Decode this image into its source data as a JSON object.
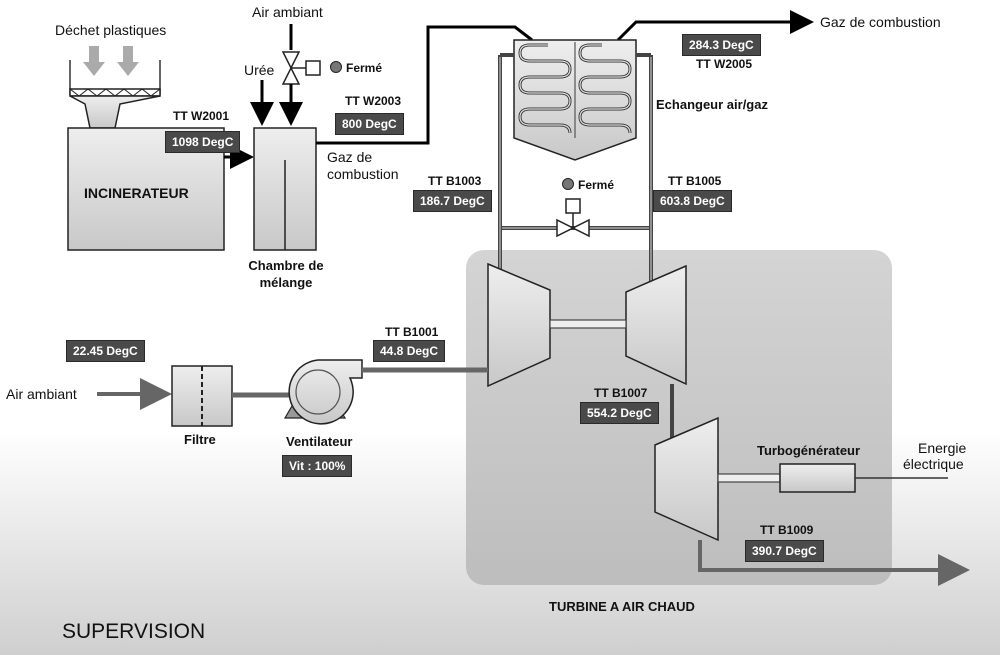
{
  "labels": {
    "dechet": "Déchet plastiques",
    "air_ambiant_top": "Air ambiant",
    "uree": "Urée",
    "ferme_urea": "Fermé",
    "gaz_combustion_out": "Gaz de combustion",
    "incinerateur": "INCINERATEUR",
    "chambre": "Chambre de mélange",
    "gaz_de": "Gaz de",
    "combustion": "combustion",
    "echangeur": "Echangeur air/gaz",
    "ferme_bypass": "Fermé",
    "air_ambiant_left": "Air ambiant",
    "filtre": "Filtre",
    "ventilateur": "Ventilateur",
    "turbogen": "Turbogénérateur",
    "energie": "Energie",
    "electrique": "électrique",
    "turbine_box": "TURBINE A AIR CHAUD",
    "supervision": "SUPERVISION"
  },
  "instruments": {
    "w2001": {
      "tag": "TT W2001",
      "value": "1098 DegC"
    },
    "w2003": {
      "tag": "TT W2003",
      "value": "800 DegC"
    },
    "w2005": {
      "tag": "TT W2005",
      "value": "284.3 DegC"
    },
    "b1003": {
      "tag": "TT B1003",
      "value": "186.7 DegC"
    },
    "b1005": {
      "tag": "TT B1005",
      "value": "603.8 DegC"
    },
    "b1001": {
      "tag": "TT B1001",
      "value": "44.8 DegC"
    },
    "b1007": {
      "tag": "TT B1007",
      "value": "554.2 DegC"
    },
    "b1009": {
      "tag": "TT B1009",
      "value": "390.7 DegC"
    },
    "ambient": {
      "value": "22.45 DegC"
    }
  },
  "fan_speed": "Vit : 100%"
}
